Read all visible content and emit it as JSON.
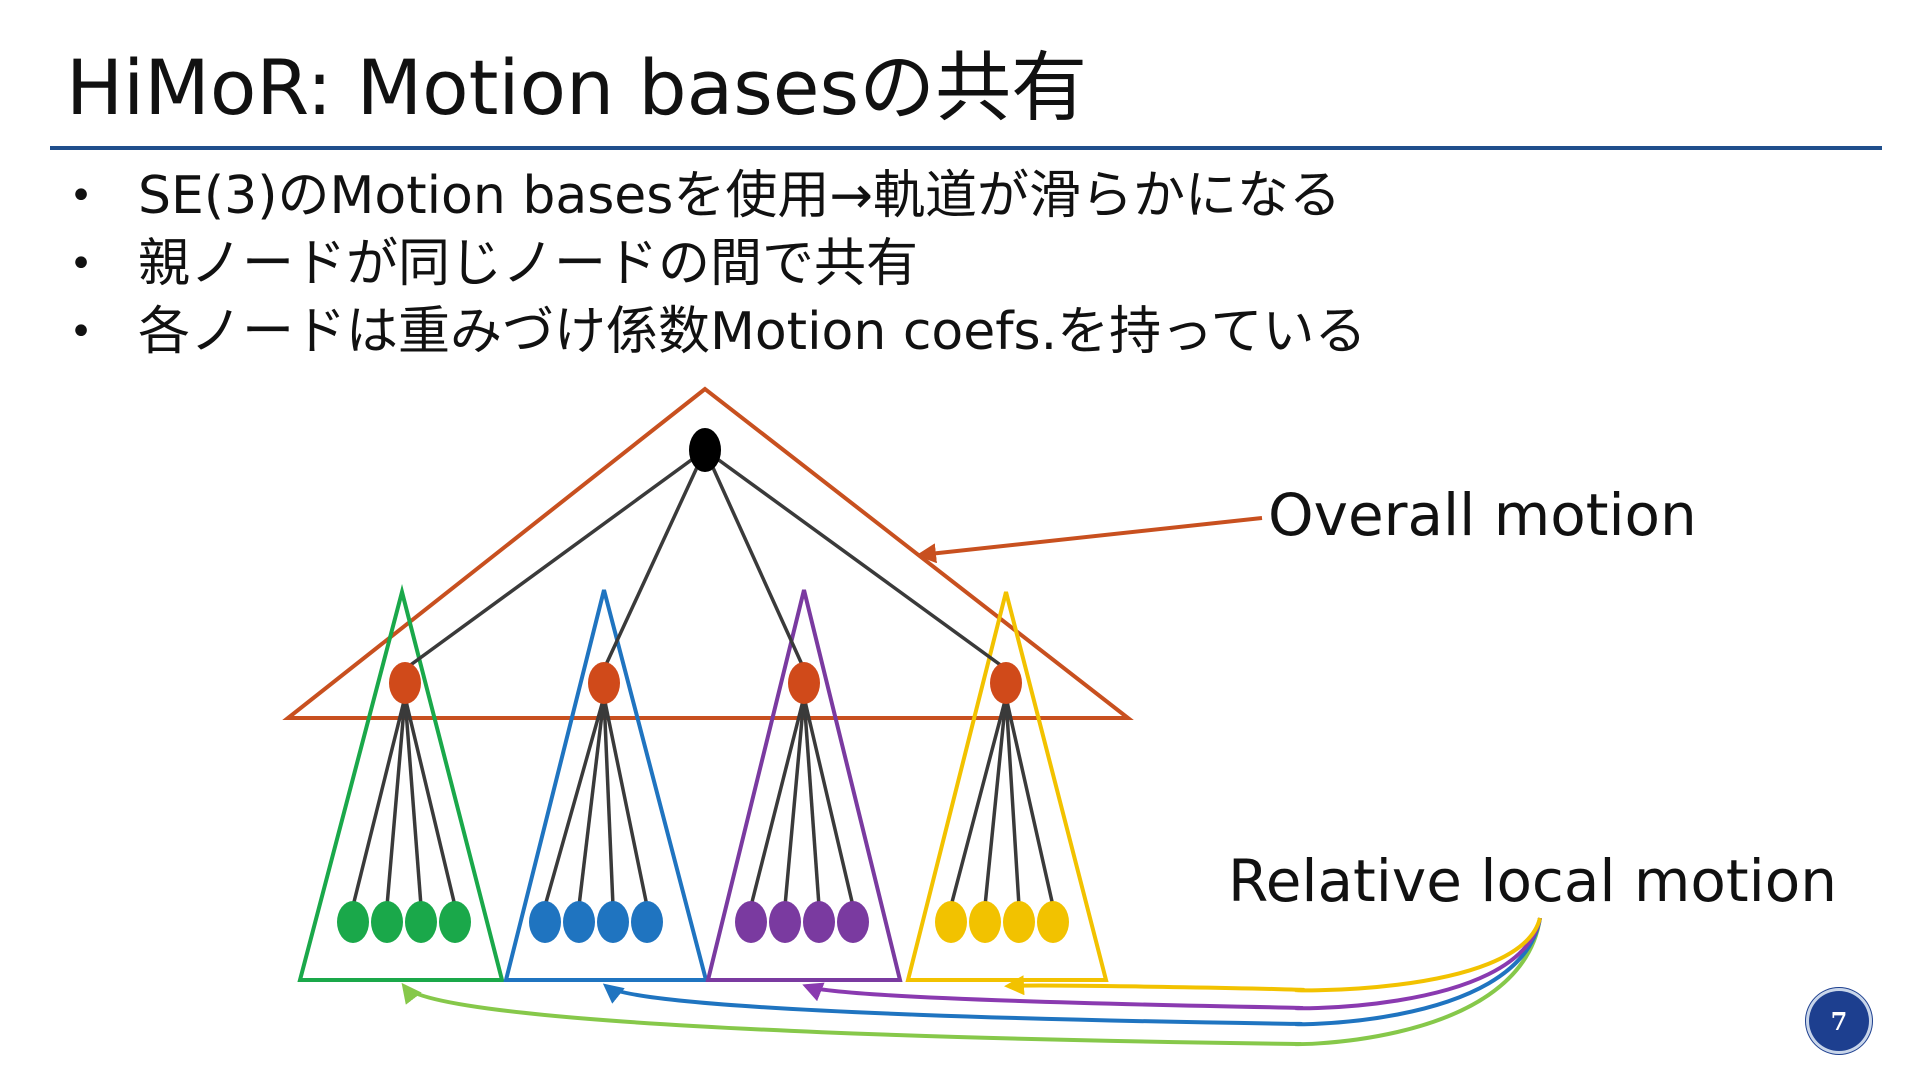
{
  "slide": {
    "title": "HiMoR: Motion basesの共有",
    "bullets": [
      "SE(3)のMotion basesを使用→軌道が滑らかになる",
      "親ノードが同じノードの間で共有",
      "各ノードは重みづけ係数Motion coefs.を持っている"
    ],
    "bullet_marker": "•",
    "page_number": "7"
  },
  "diagram": {
    "labels": {
      "overall": "Overall motion",
      "relative": "Relative  local motion"
    },
    "colors": {
      "overall": "#c8501f",
      "root": "#000000",
      "parent": "#d04a1a",
      "edge": "#3a3a3a",
      "title_rule": "#1f4e8c"
    },
    "groups": [
      {
        "color": "#1aa84a",
        "leaf_color": "#1aa84a",
        "arrow_color": "#86c84a"
      },
      {
        "color": "#1f74c0",
        "leaf_color": "#1f74c0",
        "arrow_color": "#1f74c0"
      },
      {
        "color": "#7a3aa0",
        "leaf_color": "#7a3aa0",
        "arrow_color": "#8a3ab0"
      },
      {
        "color": "#f2c200",
        "leaf_color": "#f2c200",
        "arrow_color": "#f2c200"
      }
    ],
    "leaves_per_group": 4
  }
}
